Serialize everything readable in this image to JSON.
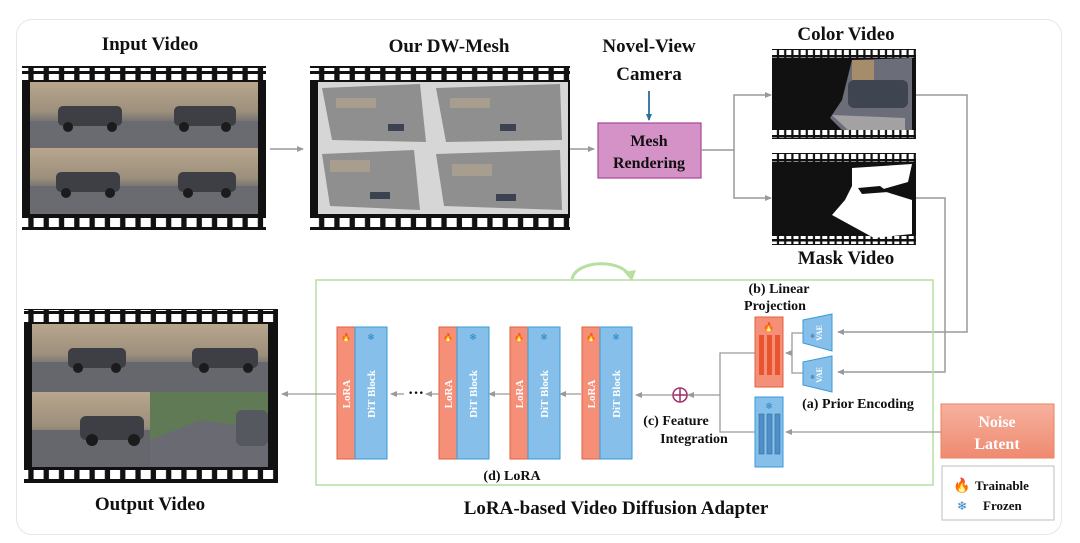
{
  "diagram": {
    "labels": {
      "input_video": "Input Video",
      "dw_mesh": "Our DW-Mesh",
      "camera_line1": "Novel-View",
      "camera_line2": "Camera",
      "mesh_line1": "Mesh",
      "mesh_line2": "Rendering",
      "color_video": "Color Video",
      "mask_video": "Mask Video",
      "output_video": "Output Video",
      "adapter_title": "LoRA-based Video Diffusion Adapter",
      "linear_line1": "(b) Linear",
      "linear_line2": "Projection",
      "prior_encoding": "(a) Prior Encoding",
      "feature_line1": "(c) Feature",
      "feature_line2": "Integration",
      "lora_caption": "(d) LoRA",
      "noise_line1": "Noise",
      "noise_line2": "Latent",
      "vae": "VAE",
      "ellipsis": "···"
    },
    "blocks": [
      {
        "lora": "LoRA",
        "dit": "DiT Block"
      },
      {
        "lora": "LoRA",
        "dit": "DiT Block"
      },
      {
        "lora": "LoRA",
        "dit": "DiT Block"
      },
      {
        "lora": "LoRA",
        "dit": "DiT Block"
      }
    ],
    "legend": {
      "trainable": "Trainable",
      "frozen": "Frozen"
    },
    "icons": {
      "trainable": "flame-icon",
      "frozen": "snowflake-icon",
      "sum": "circled-plus-icon",
      "loop": "curved-arrow-icon"
    },
    "colors": {
      "lora": "#f58f78",
      "lora_border": "#e0603f",
      "dit": "#86c0ea",
      "dit_border": "#3a9ad8",
      "mesh_box": "#d592c7",
      "mesh_border": "#a8479a",
      "adapter_border": "#b6dfa0",
      "arrow": "#9a9a9a",
      "camera_arrow": "#2b6f9a",
      "plus": "#a0386e",
      "noise": "#f2957d"
    }
  }
}
